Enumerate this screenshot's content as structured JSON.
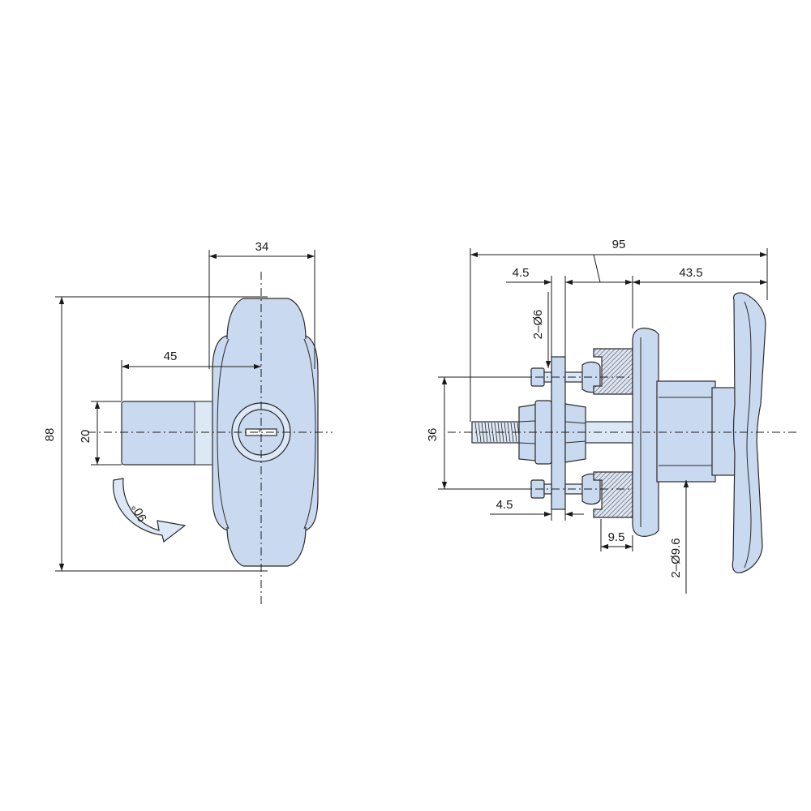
{
  "colors": {
    "part_fill": "#c9d9f0",
    "part_fill_light": "#dde8f7",
    "gasket": "#8f96a3",
    "line": "#1a1a1a"
  },
  "front_view": {
    "dim_width": "34",
    "dim_height": "88",
    "dim_spindle_length": "45",
    "dim_spindle_dia": "20",
    "rotation_label": "90°"
  },
  "side_view": {
    "dim_overall": "95",
    "dim_plate_thickness_top": "4.5",
    "dim_handle_depth": "43.5",
    "dim_holes": "2–Ø6",
    "dim_bolt_pitch": "36",
    "dim_plate_thickness_bottom": "4.5",
    "dim_gap": "9.5",
    "dim_bosses": "2–Ø9.6"
  }
}
